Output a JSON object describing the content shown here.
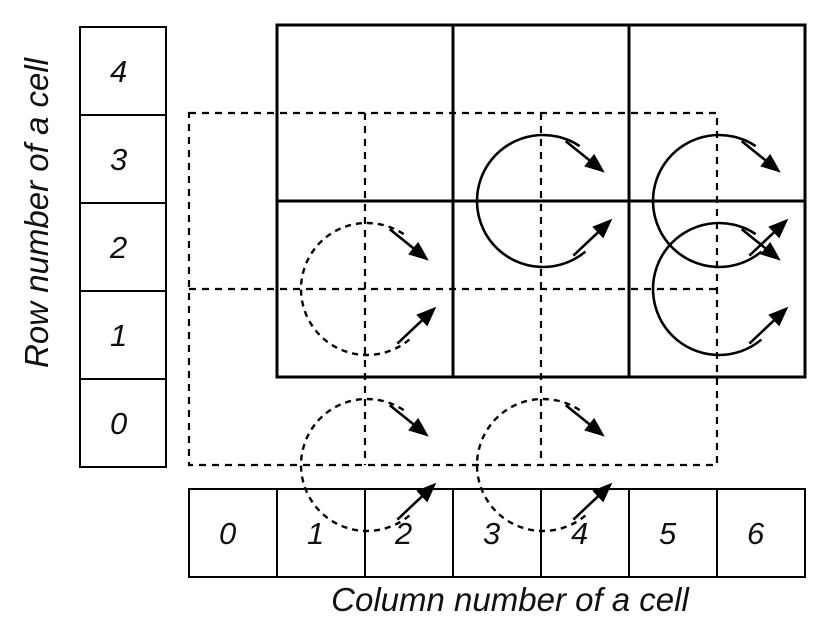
{
  "axes": {
    "row_label": "Row number of a cell",
    "col_label": "Column number of a cell"
  },
  "row_indices": [
    "4",
    "3",
    "2",
    "1",
    "0"
  ],
  "col_indices": [
    "0",
    "1",
    "2",
    "3",
    "4",
    "5",
    "6"
  ],
  "solid_grid": {
    "style": "solid",
    "col_start": 1,
    "col_end": 6,
    "row_start": 1,
    "row_end": 4
  },
  "dashed_grid": {
    "style": "dashed",
    "col_start": 0,
    "col_end": 5,
    "row_start": 0,
    "row_end": 3
  },
  "solid_rotation_cells": [
    {
      "col": 3,
      "row": 3
    },
    {
      "col": 5,
      "row": 3
    },
    {
      "col": 5,
      "row": 2
    }
  ],
  "dashed_rotation_cells": [
    {
      "col": 1,
      "row": 2
    },
    {
      "col": 1,
      "row": 0
    },
    {
      "col": 3,
      "row": 0
    }
  ],
  "colors": {
    "ink": "#000000",
    "background": "#ffffff"
  }
}
